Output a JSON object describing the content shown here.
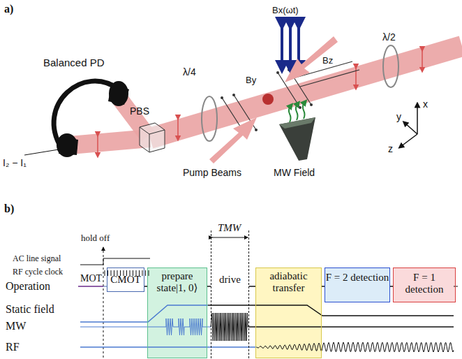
{
  "diagram": {
    "nodes": [
      {
        "text": [
          "CMOT"
        ]
      },
      {
        "text": [
          "prepare state|1, 0⟩"
        ]
      },
      {
        "text": [
          "drive"
        ]
      },
      {
        "text": [
          "adiabatic transfer"
        ]
      },
      {
        "text": [
          "F = 2 detection"
        ]
      },
      {
        "text": [
          "F = 1 detection"
        ]
      }
    ],
    "edges": [
      {
        "from": 0,
        "to": 1,
        "arrow": "none"
      },
      {
        "from": 1,
        "to": 2,
        "arrow": "none"
      },
      {
        "from": 2,
        "to": 3,
        "arrow": "none"
      },
      {
        "from": 3,
        "to": 4,
        "arrow": "none"
      },
      {
        "from": 4,
        "to": 5,
        "arrow": "none"
      }
    ],
    "labels": [
      "a)",
      "Bx(ωt)",
      "By",
      "Bz",
      "λ/4",
      "λ/2",
      "Balanced PD",
      "PBS",
      "I₂ − I₁",
      "Pump Beams",
      "MW Field",
      "x",
      "y",
      "z",
      "b)",
      "hold off",
      "AC line signal",
      "RF cycle clock",
      "TMW",
      "Operation",
      "MOT",
      "Static field",
      "MW",
      "RF"
    ]
  }
}
